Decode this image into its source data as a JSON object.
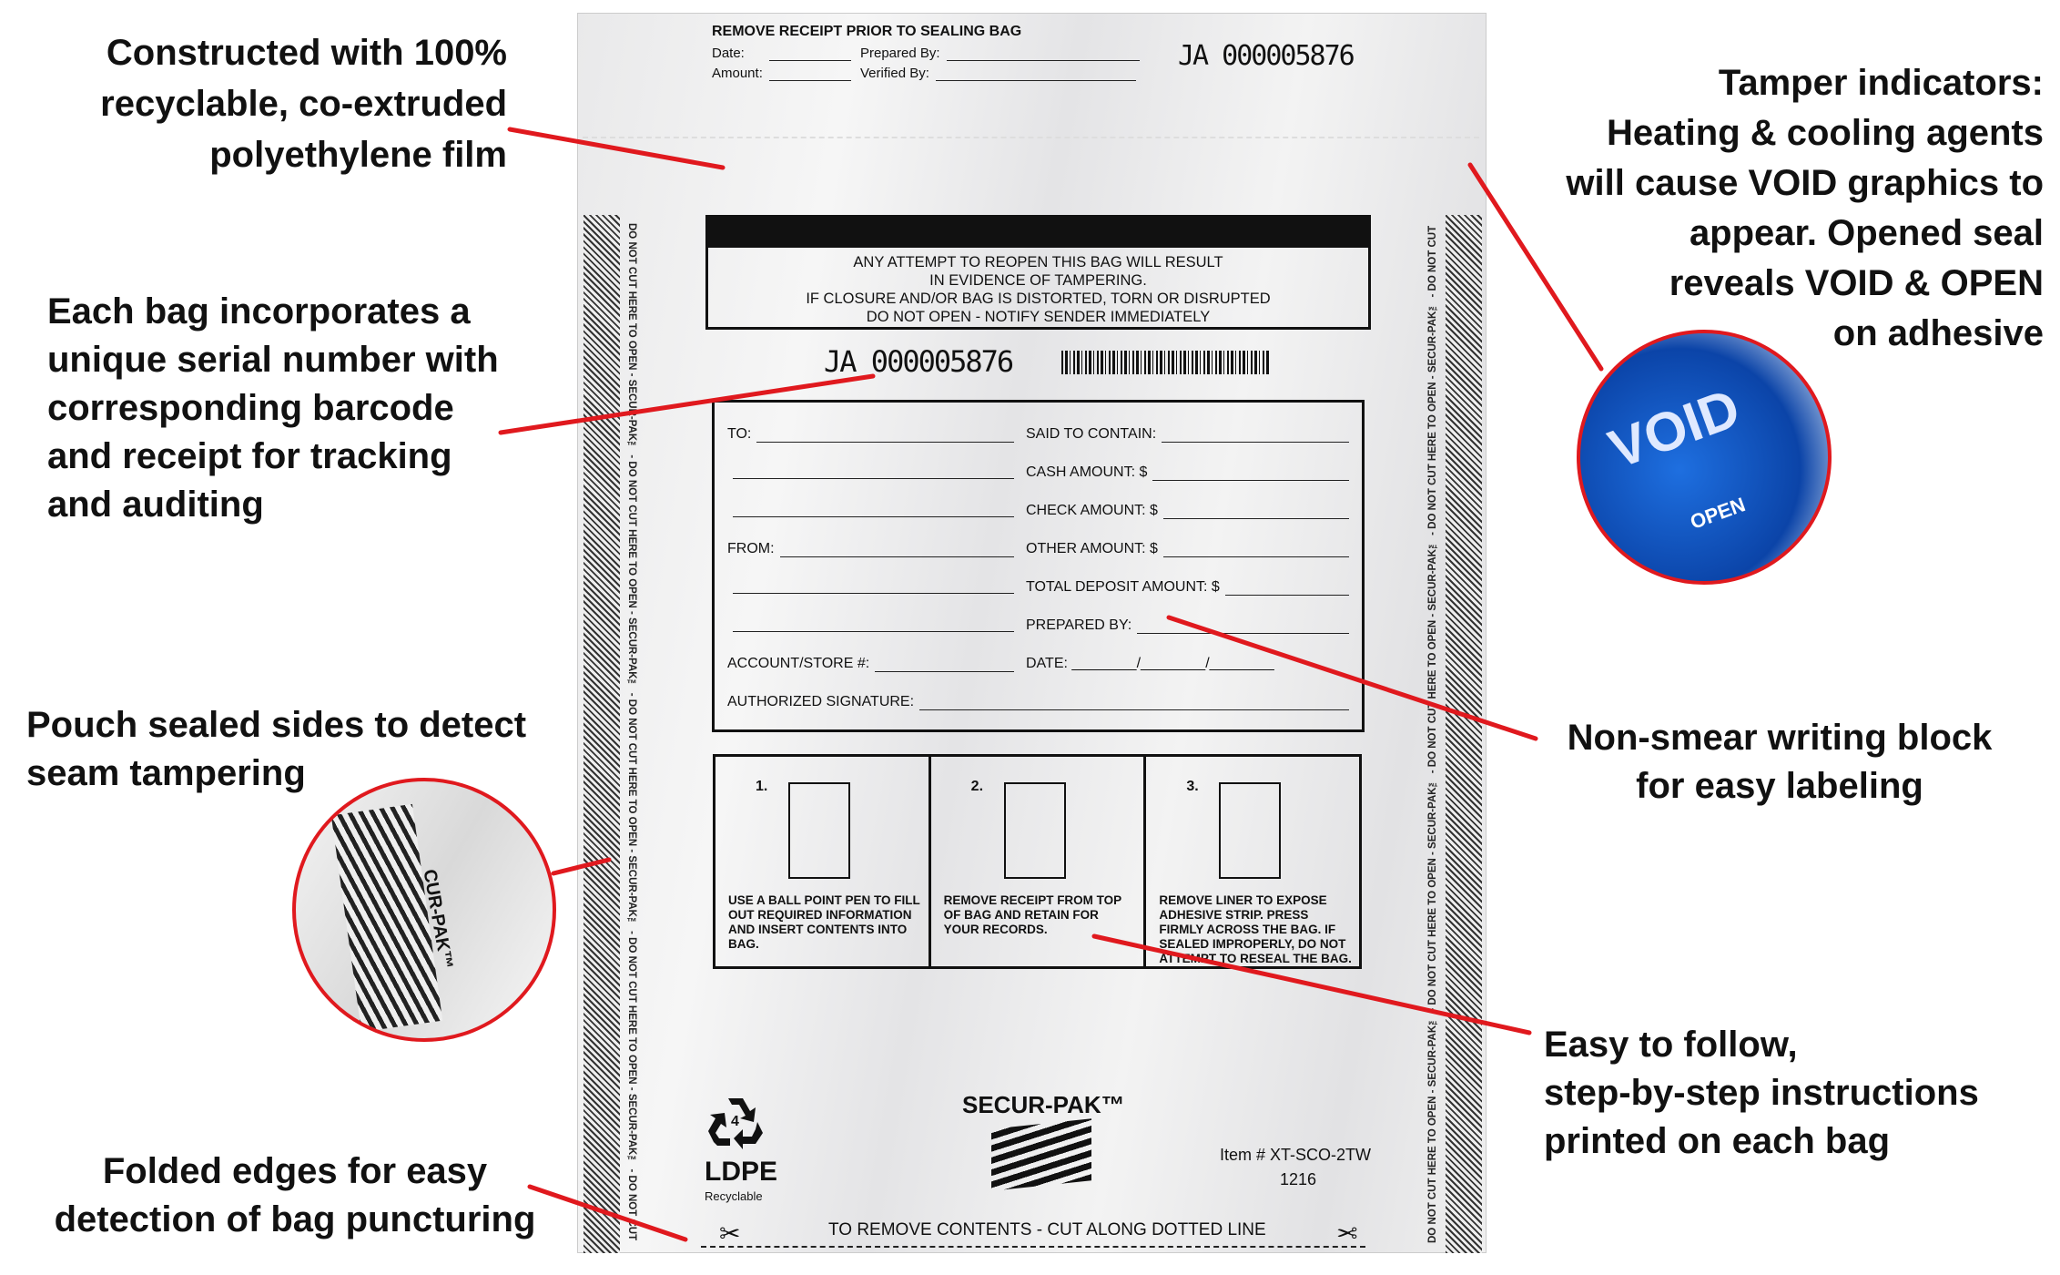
{
  "callouts": {
    "film": [
      "Constructed with 100%",
      "recyclable, co-extruded",
      "polyethylene film"
    ],
    "serial": [
      "Each bag incorporates a",
      "unique serial number with",
      "corresponding barcode",
      "and receipt for tracking",
      "and auditing"
    ],
    "pouch": [
      "Pouch sealed sides to detect",
      "seam tampering"
    ],
    "folded": [
      "Folded edges for easy",
      "detection of bag puncturing"
    ],
    "tamper": [
      "Tamper indicators:",
      "Heating & cooling agents",
      "will cause VOID graphics to",
      "appear. Opened seal",
      "reveals VOID & OPEN",
      "on adhesive"
    ],
    "writing": [
      "Non-smear writing block",
      "for easy labeling"
    ],
    "steps": [
      "Easy to follow,",
      "step-by-step instructions",
      "printed on each bag"
    ]
  },
  "accent_color": "#e0191e",
  "bag": {
    "receipt": {
      "title": "REMOVE RECEIPT PRIOR TO SEALING BAG",
      "date": "Date:",
      "prepared": "Prepared By:",
      "amount": "Amount:",
      "verified": "Verified By:",
      "serial": "JA 000005876"
    },
    "warning": [
      "ANY ATTEMPT TO REOPEN THIS BAG WILL RESULT",
      "IN EVIDENCE OF TAMPERING.",
      "IF CLOSURE AND/OR BAG IS DISTORTED, TORN OR DISRUPTED",
      "DO NOT OPEN - NOTIFY SENDER IMMEDIATELY"
    ],
    "serial": "JA 000005876",
    "side_text": "DO NOT CUT HERE TO OPEN - SECUR-PAK™ - DO NOT CUT HERE TO OPEN - SECUR-PAK™ - DO NOT CUT HERE TO OPEN - SECUR-PAK™ - DO NOT CUT HERE TO OPEN - SECUR-PAK™ - DO NOT CUT",
    "form": {
      "left": [
        "TO:",
        "",
        "",
        "FROM:",
        "",
        "",
        "ACCOUNT/STORE #:",
        "AUTHORIZED SIGNATURE:"
      ],
      "right": [
        "SAID TO CONTAIN:",
        "CASH AMOUNT: $",
        "CHECK AMOUNT: $",
        "OTHER AMOUNT: $",
        "TOTAL DEPOSIT AMOUNT: $",
        "PREPARED BY:",
        "DATE: ________/________/________"
      ]
    },
    "steps": [
      {
        "num": "1.",
        "text": "USE A BALL POINT PEN TO FILL OUT REQUIRED INFORMATION AND INSERT CONTENTS INTO BAG."
      },
      {
        "num": "2.",
        "text": "REMOVE RECEIPT FROM TOP OF BAG AND RETAIN FOR YOUR RECORDS."
      },
      {
        "num": "3.",
        "text": "REMOVE LINER TO EXPOSE ADHESIVE STRIP. PRESS FIRMLY ACROSS THE BAG. IF SEALED IMPROPERLY, DO NOT ATTEMPT TO RESEAL THE BAG."
      }
    ],
    "recycle_code": "4",
    "ldpe": "LDPE",
    "recyclable": "Recyclable",
    "brand": "SECUR-PAK™",
    "item": "Item # XT-SCO-2TW",
    "item_code": "1216",
    "cut_line": "TO REMOVE CONTENTS - CUT ALONG DOTTED LINE"
  },
  "inset_seal": {
    "words": [
      "VOID",
      "OPEN"
    ]
  },
  "inset_seam": {
    "words": [
      "CUR-PAK™"
    ]
  }
}
